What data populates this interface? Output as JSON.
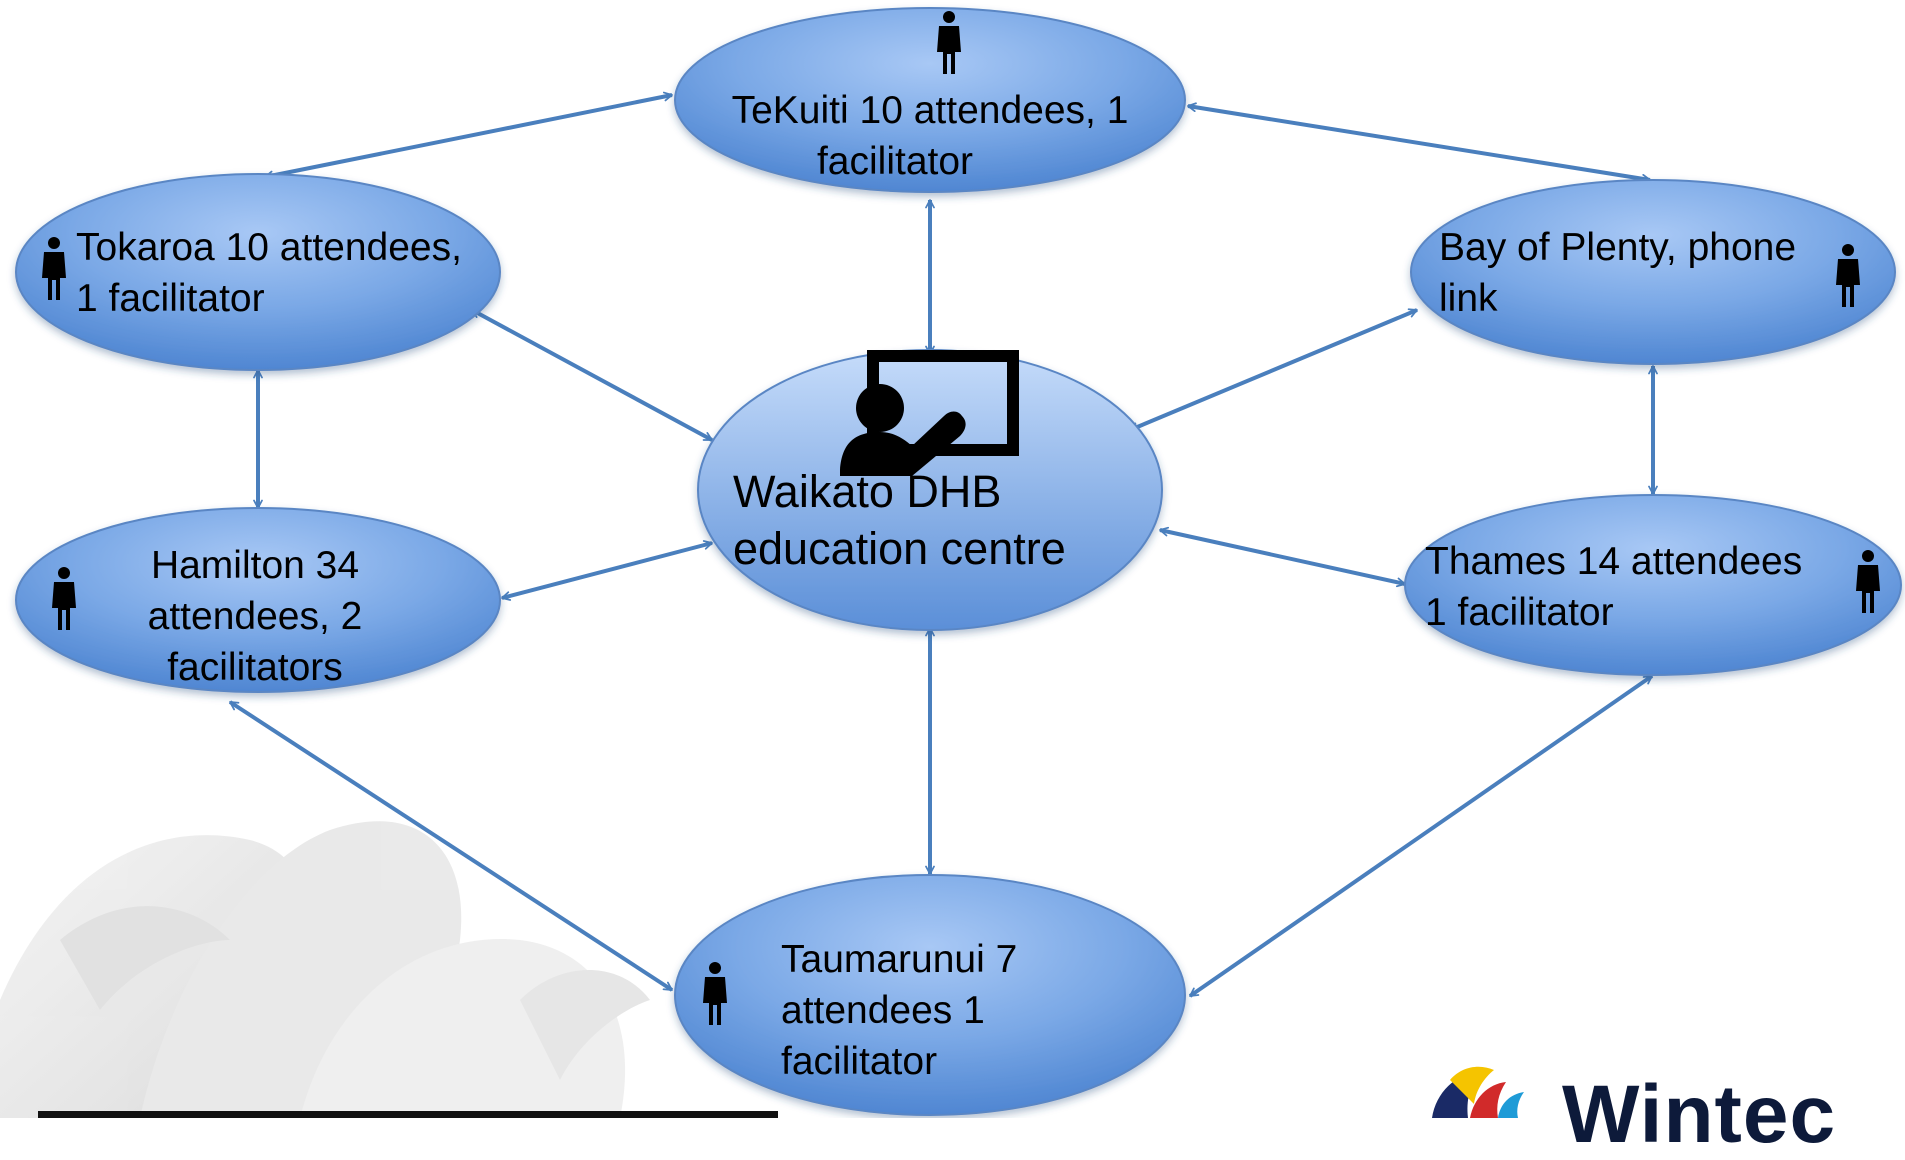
{
  "diagram": {
    "center": {
      "line1": "Waikato DHB",
      "line2": "education centre"
    },
    "nodes": {
      "tekuiti": {
        "line1": "TeKuiti 10 attendees, 1",
        "line2": "facilitator"
      },
      "tokaroa": {
        "line1": "Tokaroa 10 attendees,",
        "line2": "1 facilitator"
      },
      "bay_of_plenty": {
        "line1": "Bay of Plenty, phone",
        "line2": "link"
      },
      "hamilton": {
        "line1": "Hamilton 34",
        "line2": "attendees, 2",
        "line3": "facilitators"
      },
      "thames": {
        "line1": "Thames 14 attendees",
        "line2": "1 facilitator"
      },
      "taumarunui": {
        "line1": "Taumarunui 7",
        "line2": "attendees 1",
        "line3": "facilitator"
      }
    }
  },
  "logo": {
    "text": "Wintec"
  },
  "colors": {
    "node_fill_top": "#9cc0f2",
    "node_fill_bottom": "#4f86d2",
    "node_stroke": "#5a86c4",
    "arrow": "#4a7fbd"
  },
  "icons": {
    "person": "person-icon",
    "presenter": "presenter-board-icon"
  }
}
